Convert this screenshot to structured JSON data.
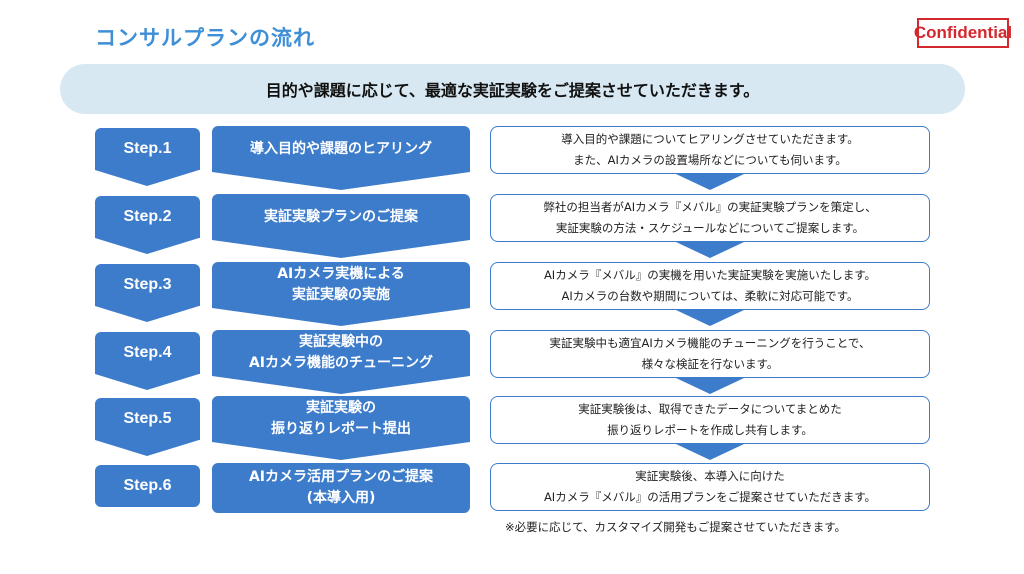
{
  "header": {
    "title": "コンサルプランの流れ",
    "badge": "Confidential"
  },
  "banner": {
    "text": "目的や課題に応じて、最適な実証実験をご提案させていただきます。"
  },
  "steps": [
    {
      "label": "Step.1",
      "phase": "導入目的や課題のヒアリング",
      "description": "導入目的や課題についてヒアリングさせていただきます。\nまた、AIカメラの設置場所などについても伺います。"
    },
    {
      "label": "Step.2",
      "phase": "実証実験プランのご提案",
      "description": "弊社の担当者がAIカメラ『メバル』の実証実験プランを策定し、\n実証実験の方法・スケジュールなどについてご提案します。"
    },
    {
      "label": "Step.3",
      "phase": "AIカメラ実機による\n実証実験の実施",
      "description": "AIカメラ『メバル』の実機を用いた実証実験を実施いたします。\nAIカメラの台数や期間については、柔軟に対応可能です。"
    },
    {
      "label": "Step.4",
      "phase": "実証実験中の\nAIカメラ機能のチューニング",
      "description": "実証実験中も適宜AIカメラ機能のチューニングを行うことで、\n様々な検証を行ないます。"
    },
    {
      "label": "Step.5",
      "phase": "実証実験の\n振り返りレポート提出",
      "description": "実証実験後は、取得できたデータについてまとめた\n振り返りレポートを作成し共有します。"
    },
    {
      "label": "Step.6",
      "phase": "AIカメラ活用プランのご提案\n(本導入用)",
      "description": "実証実験後、本導入に向けた\nAIカメラ『メバル』の活用プランをご提案させていただきます。"
    }
  ],
  "footnote": "※必要に応じて、カスタマイズ開発もご提案させていただきます。",
  "colors": {
    "accent": "#3d7ccb",
    "title": "#3f8fd6",
    "banner_bg": "#d7e8f2",
    "confidential": "#d4282e"
  }
}
